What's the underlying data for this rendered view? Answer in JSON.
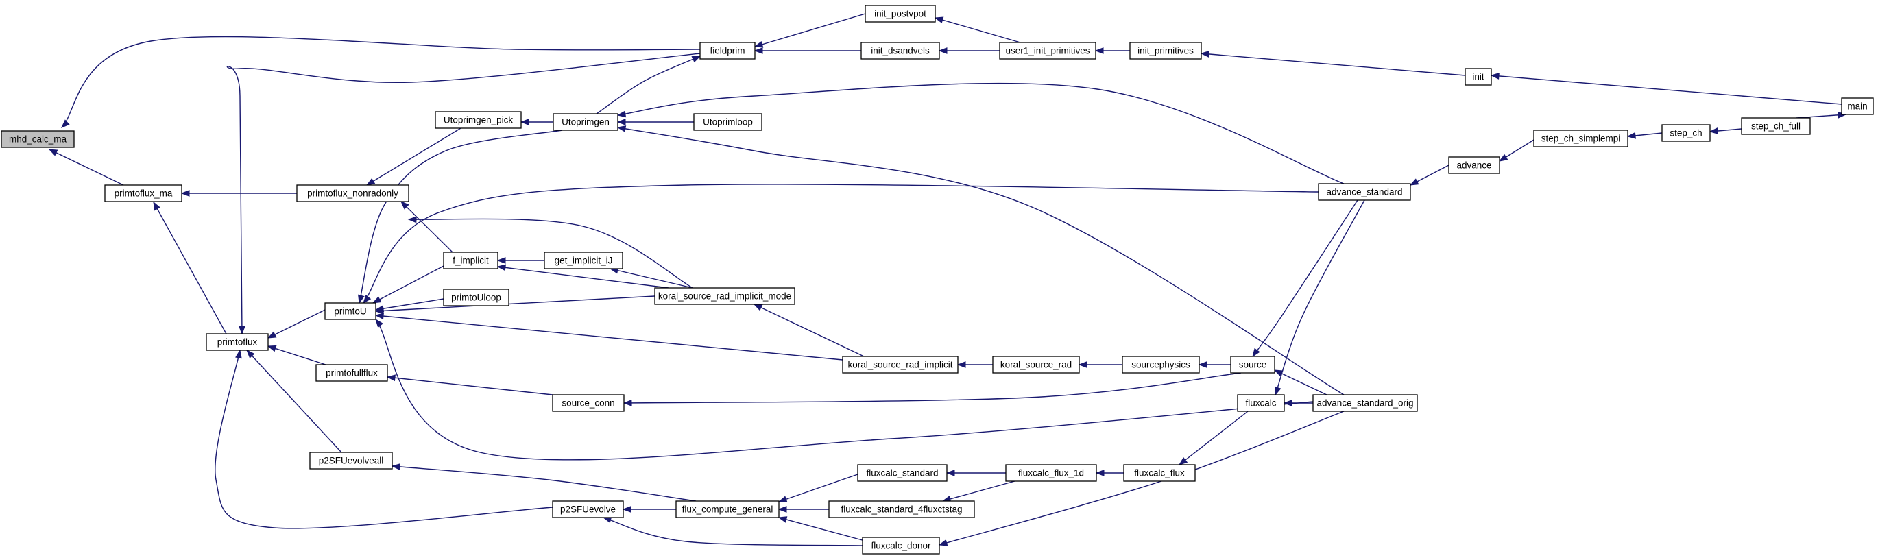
{
  "colors": {
    "edge": "#191970",
    "node_border": "#000000",
    "node_fill": "#ffffff",
    "root_fill": "#bfbfbf",
    "background": "#ffffff"
  },
  "graph": {
    "type": "caller-graph",
    "root": "mhd_calc_ma",
    "nodes": [
      {
        "id": "mhd_calc_ma",
        "label": "mhd_calc_ma",
        "root": true
      },
      {
        "id": "primtoflux_ma",
        "label": "primtoflux_ma"
      },
      {
        "id": "fieldprim",
        "label": "fieldprim"
      },
      {
        "id": "primtoflux",
        "label": "primtoflux"
      },
      {
        "id": "primtoflux_nonradonly",
        "label": "primtoflux_nonradonly"
      },
      {
        "id": "init_postvpot",
        "label": "init_postvpot"
      },
      {
        "id": "init_dsandvels",
        "label": "init_dsandvels"
      },
      {
        "id": "user1_init_primitives",
        "label": "user1_init_primitives"
      },
      {
        "id": "init_primitives",
        "label": "init_primitives"
      },
      {
        "id": "init",
        "label": "init"
      },
      {
        "id": "main",
        "label": "main"
      },
      {
        "id": "Utoprimgen_pick",
        "label": "Utoprimgen_pick"
      },
      {
        "id": "Utoprimgen",
        "label": "Utoprimgen"
      },
      {
        "id": "Utoprimloop",
        "label": "Utoprimloop"
      },
      {
        "id": "primtoU",
        "label": "primtoU"
      },
      {
        "id": "f_implicit",
        "label": "f_implicit"
      },
      {
        "id": "get_implicit_iJ",
        "label": "get_implicit_iJ"
      },
      {
        "id": "koral_source_rad_implicit_mode",
        "label": "koral_source_rad_implicit_mode"
      },
      {
        "id": "primtoUloop",
        "label": "primtoUloop"
      },
      {
        "id": "koral_source_rad_implicit",
        "label": "koral_source_rad_implicit"
      },
      {
        "id": "koral_source_rad",
        "label": "koral_source_rad"
      },
      {
        "id": "sourcephysics",
        "label": "sourcephysics"
      },
      {
        "id": "source",
        "label": "source"
      },
      {
        "id": "primtofullflux",
        "label": "primtofullflux"
      },
      {
        "id": "source_conn",
        "label": "source_conn"
      },
      {
        "id": "advance_standard",
        "label": "advance_standard"
      },
      {
        "id": "advance",
        "label": "advance"
      },
      {
        "id": "step_ch_simplempi",
        "label": "step_ch_simplempi"
      },
      {
        "id": "step_ch",
        "label": "step_ch"
      },
      {
        "id": "step_ch_full",
        "label": "step_ch_full"
      },
      {
        "id": "fluxcalc",
        "label": "fluxcalc"
      },
      {
        "id": "advance_standard_orig",
        "label": "advance_standard_orig"
      },
      {
        "id": "p2SFUevolveall",
        "label": "p2SFUevolveall"
      },
      {
        "id": "p2SFUevolve",
        "label": "p2SFUevolve"
      },
      {
        "id": "flux_compute_general",
        "label": "flux_compute_general"
      },
      {
        "id": "fluxcalc_standard",
        "label": "fluxcalc_standard"
      },
      {
        "id": "fluxcalc_standard_4fluxctstag",
        "label": "fluxcalc_standard_4fluxctstag"
      },
      {
        "id": "fluxcalc_donor",
        "label": "fluxcalc_donor"
      },
      {
        "id": "fluxcalc_flux_1d",
        "label": "fluxcalc_flux_1d"
      },
      {
        "id": "fluxcalc_flux",
        "label": "fluxcalc_flux"
      }
    ],
    "edges": [
      {
        "from": "fieldprim",
        "to": "mhd_calc_ma"
      },
      {
        "from": "primtoflux_ma",
        "to": "mhd_calc_ma"
      },
      {
        "from": "primtoflux_nonradonly",
        "to": "primtoflux_ma"
      },
      {
        "from": "primtoflux",
        "to": "primtoflux_ma"
      },
      {
        "from": "init_postvpot",
        "to": "fieldprim"
      },
      {
        "from": "init_dsandvels",
        "to": "fieldprim"
      },
      {
        "from": "Utoprimgen",
        "to": "fieldprim"
      },
      {
        "from": "user1_init_primitives",
        "to": "init_postvpot"
      },
      {
        "from": "user1_init_primitives",
        "to": "init_dsandvels"
      },
      {
        "from": "init_primitives",
        "to": "user1_init_primitives"
      },
      {
        "from": "init",
        "to": "init_primitives"
      },
      {
        "from": "main",
        "to": "init"
      },
      {
        "from": "step_ch_full",
        "to": "main"
      },
      {
        "from": "fieldprim",
        "to": "primtoflux"
      },
      {
        "from": "Utoprimgen_pick",
        "to": "primtoflux_nonradonly"
      },
      {
        "from": "f_implicit",
        "to": "primtoflux_nonradonly"
      },
      {
        "from": "koral_source_rad_implicit_mode",
        "to": "primtoflux_nonradonly"
      },
      {
        "from": "Utoprimgen",
        "to": "Utoprimgen_pick"
      },
      {
        "from": "Utoprimloop",
        "to": "Utoprimgen"
      },
      {
        "from": "advance_standard",
        "to": "Utoprimgen"
      },
      {
        "from": "advance_standard_orig",
        "to": "Utoprimgen"
      },
      {
        "from": "primtoU",
        "to": "primtoflux"
      },
      {
        "from": "primtofullflux",
        "to": "primtoflux"
      },
      {
        "from": "p2SFUevolveall",
        "to": "primtoflux"
      },
      {
        "from": "p2SFUevolve",
        "to": "primtoflux"
      },
      {
        "from": "Utoprimgen",
        "to": "primtoU"
      },
      {
        "from": "advance_standard",
        "to": "primtoU"
      },
      {
        "from": "f_implicit",
        "to": "primtoU"
      },
      {
        "from": "primtoUloop",
        "to": "primtoU"
      },
      {
        "from": "koral_source_rad_implicit_mode",
        "to": "primtoU"
      },
      {
        "from": "koral_source_rad_implicit",
        "to": "primtoU"
      },
      {
        "from": "advance_standard_orig",
        "to": "primtoU"
      },
      {
        "from": "get_implicit_iJ",
        "to": "f_implicit"
      },
      {
        "from": "koral_source_rad_implicit_mode",
        "to": "f_implicit"
      },
      {
        "from": "koral_source_rad_implicit_mode",
        "to": "get_implicit_iJ"
      },
      {
        "from": "koral_source_rad_implicit",
        "to": "koral_source_rad_implicit_mode"
      },
      {
        "from": "koral_source_rad",
        "to": "koral_source_rad_implicit"
      },
      {
        "from": "sourcephysics",
        "to": "koral_source_rad"
      },
      {
        "from": "source",
        "to": "sourcephysics"
      },
      {
        "from": "advance_standard",
        "to": "source"
      },
      {
        "from": "advance_standard_orig",
        "to": "source"
      },
      {
        "from": "source_conn",
        "to": "primtofullflux"
      },
      {
        "from": "source",
        "to": "source_conn"
      },
      {
        "from": "advance",
        "to": "advance_standard"
      },
      {
        "from": "step_ch_simplempi",
        "to": "advance"
      },
      {
        "from": "step_ch",
        "to": "step_ch_simplempi"
      },
      {
        "from": "step_ch_full",
        "to": "step_ch"
      },
      {
        "from": "advance_standard",
        "to": "fluxcalc"
      },
      {
        "from": "advance_standard_orig",
        "to": "fluxcalc"
      },
      {
        "from": "flux_compute_general",
        "to": "p2SFUevolveall"
      },
      {
        "from": "flux_compute_general",
        "to": "p2SFUevolve"
      },
      {
        "from": "fluxcalc_donor",
        "to": "p2SFUevolve"
      },
      {
        "from": "fluxcalc_standard",
        "to": "flux_compute_general"
      },
      {
        "from": "fluxcalc_standard_4fluxctstag",
        "to": "flux_compute_general"
      },
      {
        "from": "fluxcalc_donor",
        "to": "flux_compute_general"
      },
      {
        "from": "fluxcalc_flux_1d",
        "to": "fluxcalc_standard"
      },
      {
        "from": "fluxcalc_flux_1d",
        "to": "fluxcalc_standard_4fluxctstag"
      },
      {
        "from": "fluxcalc_flux",
        "to": "fluxcalc_flux_1d"
      },
      {
        "from": "fluxcalc",
        "to": "fluxcalc_flux"
      },
      {
        "from": "advance_standard_orig",
        "to": "fluxcalc_donor"
      }
    ]
  }
}
